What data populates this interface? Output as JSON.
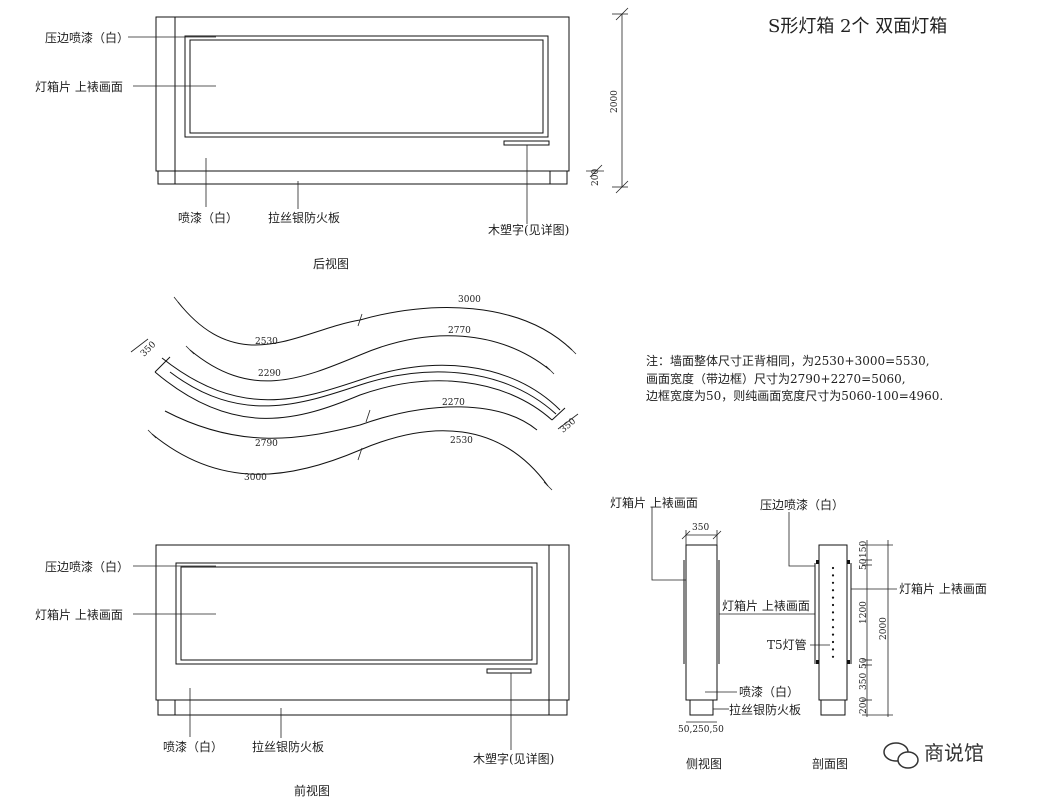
{
  "title": "S形灯箱 2个  双面灯箱",
  "back_view": {
    "caption": "后视图",
    "labels": {
      "edge_paint": "压边喷漆（白）",
      "lightbox": "灯箱片 上裱画面",
      "paint": "喷漆（白）",
      "panel": "拉丝银防火板",
      "letters": "木塑字(见详图)"
    },
    "dims": {
      "height": "2000",
      "base": "200"
    }
  },
  "plan": {
    "arcs": [
      "3000",
      "2530",
      "2770",
      "2290",
      "2270",
      "2790",
      "2530",
      "3000"
    ],
    "width_left": "350",
    "width_right": "350"
  },
  "note": {
    "line1": "注：墙面整体尺寸正背相同，为2530+3000=5530,",
    "line2": "画面宽度（带边框）尺寸为2790+2270=5060,",
    "line3": "边框宽度为50，则纯画面宽度尺寸为5060-100=4960."
  },
  "front_view": {
    "caption": "前视图",
    "labels": {
      "edge_paint": "压边喷漆（白）",
      "lightbox": "灯箱片 上裱画面",
      "paint": "喷漆（白）",
      "panel": "拉丝银防火板",
      "letters": "木塑字(见详图)"
    }
  },
  "side_view": {
    "caption": "侧视图",
    "labels": {
      "lightbox": "灯箱片 上裱画面",
      "lightbox2": "灯箱片 上裱画面",
      "paint": "喷漆（白）",
      "panel": "拉丝银防火板"
    },
    "dims": {
      "width": "350",
      "bottom": "50,250,50"
    }
  },
  "section_view": {
    "caption": "剖面图",
    "labels": {
      "edge_paint": "压边喷漆（白）",
      "lightbox": "灯箱片 上裱画面",
      "tube": "T5灯管"
    },
    "dims": {
      "d150": "150",
      "d50a": "50",
      "d1200": "1200",
      "d50b": "50",
      "d350": "350",
      "d200": "200",
      "total": "2000"
    }
  },
  "watermark": "商说馆"
}
